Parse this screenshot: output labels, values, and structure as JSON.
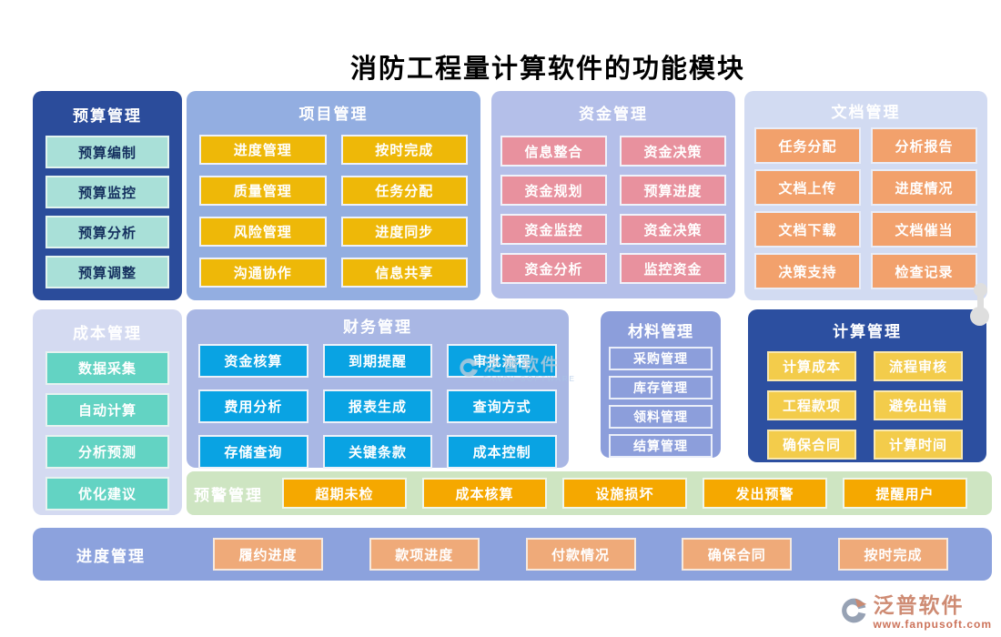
{
  "title": "消防工程量计算软件的功能模块",
  "panels": {
    "budget": {
      "title": "预算管理",
      "items": [
        "预算编制",
        "预算监控",
        "预算分析",
        "预算调整"
      ]
    },
    "project": {
      "title": "项目管理",
      "items": [
        "进度管理",
        "按时完成",
        "质量管理",
        "任务分配",
        "风险管理",
        "进度同步",
        "沟通协作",
        "信息共享"
      ]
    },
    "funds": {
      "title": "资金管理",
      "items": [
        "信息整合",
        "资金决策",
        "资金规划",
        "预算进度",
        "资金监控",
        "资金决策",
        "资金分析",
        "监控资金"
      ]
    },
    "document": {
      "title": "文档管理",
      "items": [
        "任务分配",
        "分析报告",
        "文档上传",
        "进度情况",
        "文档下载",
        "文档催当",
        "决策支持",
        "检查记录"
      ]
    },
    "cost": {
      "title": "成本管理",
      "items": [
        "数据采集",
        "自动计算",
        "分析预测",
        "优化建议"
      ]
    },
    "finance": {
      "title": "财务管理",
      "items": [
        "资金核算",
        "到期提醒",
        "审批流程",
        "费用分析",
        "报表生成",
        "查询方式",
        "存储查询",
        "关键条款",
        "成本控制"
      ]
    },
    "material": {
      "title": "材料管理",
      "items": [
        "采购管理",
        "库存管理",
        "领料管理",
        "结算管理"
      ]
    },
    "calculation": {
      "title": "计算管理",
      "items": [
        "计算成本",
        "流程审核",
        "工程款项",
        "避免出错",
        "确保合同",
        "计算时间"
      ]
    },
    "warning": {
      "title": "预警管理",
      "items": [
        "超期未检",
        "成本核算",
        "设施损坏",
        "发出预警",
        "提醒用户"
      ]
    },
    "progress": {
      "title": "进度管理",
      "items": [
        "履约进度",
        "款项进度",
        "付款情况",
        "确保合同",
        "按时完成"
      ]
    }
  },
  "watermark": {
    "name": "泛普软件",
    "sub": "FANPU SOFTWARE"
  },
  "logo": {
    "name": "泛普软件",
    "url": "www.fanpusoft.com"
  },
  "colors": {
    "budget_panel": "#2B4C9B",
    "budget_item_bg": "#A9E0D8",
    "budget_item_text": "#15305F",
    "project_panel": "#93AEE1",
    "project_item": "#EEB808",
    "funds_panel": "#B4BFE9",
    "funds_item": "#E8919E",
    "document_panel": "#D2DBF2",
    "document_item": "#F2A16C",
    "cost_panel": "#D4DAF1",
    "cost_item": "#63D3C3",
    "finance_panel": "#A9B7E4",
    "finance_item": "#09A3E3",
    "material_panel": "#8C9EDB",
    "calculation_panel": "#2C4FA0",
    "calculation_item": "#F3CC4B",
    "warning_panel": "#CEE5C2",
    "warning_item": "#F5A800",
    "progress_panel": "#8CA2DD",
    "progress_item": "#EFAA79"
  }
}
